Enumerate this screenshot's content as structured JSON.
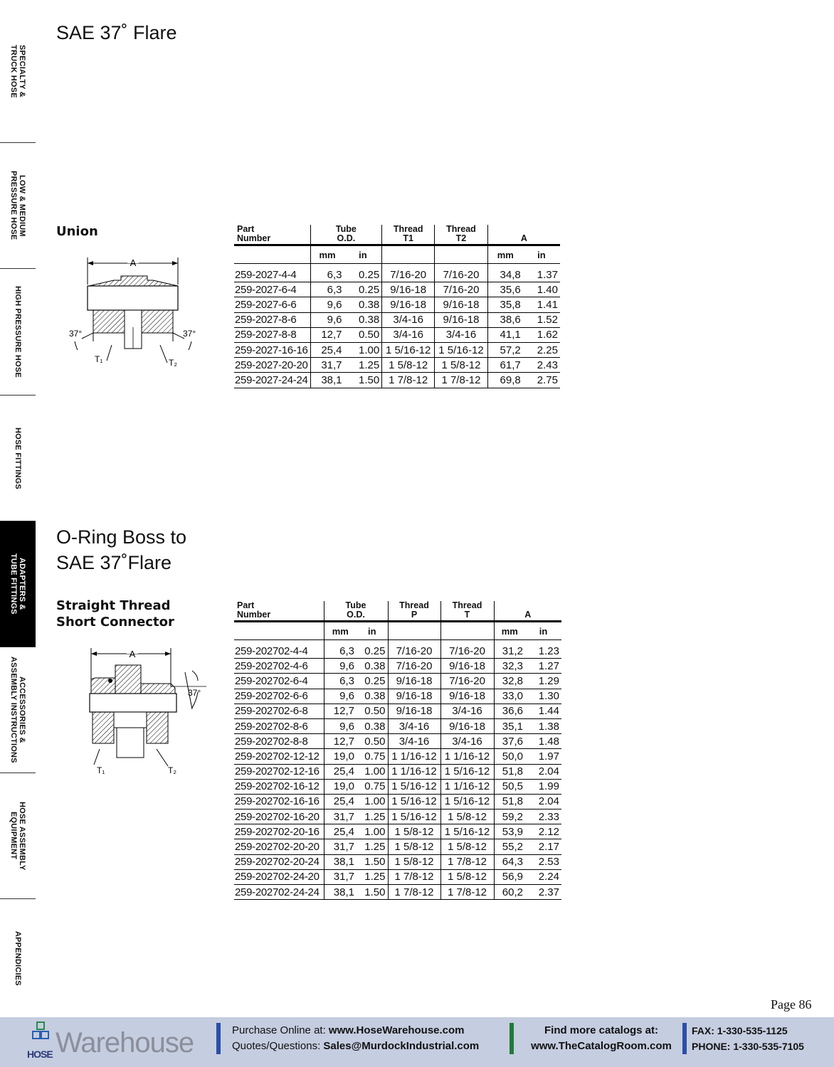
{
  "sidebar": {
    "tabs": [
      {
        "label": "SPECIALTY &\nTRUCK HOSE"
      },
      {
        "label": "LOW & MEDIUM\nPRESSURE HOSE"
      },
      {
        "label": "HIGH PRESSURE HOSE"
      },
      {
        "label": "HOSE FITTINGS"
      },
      {
        "label": "ADAPTERS &\nTUBE FITTINGS"
      },
      {
        "label": "ACCESSORIES &\nASSEMBLY INSTRUCTIONS"
      },
      {
        "label": "HOSE ASSEMBLY\nEQUIPMENT"
      },
      {
        "label": "APPENDICIES"
      }
    ]
  },
  "section1": {
    "title": "SAE 37˚ Flare",
    "subtitle": "Union",
    "diagram": {
      "dim_label": "A",
      "angle_left": "37°",
      "angle_right": "37°",
      "t1": "T₁",
      "t2": "T₂"
    },
    "headers": {
      "part": "Part\nNumber",
      "tube": "Tube\nO.D.",
      "thread1": "Thread\nT1",
      "thread2": "Thread\nT2",
      "a": "A",
      "mm": "mm",
      "in": "in",
      "mm2": "mm",
      "in2": "in"
    },
    "rows": [
      [
        "259-2027-4-4",
        "6,3",
        "0.25",
        "7/16-20",
        "7/16-20",
        "34,8",
        "1.37"
      ],
      [
        "259-2027-6-4",
        "6,3",
        "0.25",
        "9/16-18",
        "7/16-20",
        "35,6",
        "1.40"
      ],
      [
        "259-2027-6-6",
        "9,6",
        "0.38",
        "9/16-18",
        "9/16-18",
        "35,8",
        "1.41"
      ],
      [
        "259-2027-8-6",
        "9,6",
        "0.38",
        "3/4-16",
        "9/16-18",
        "38,6",
        "1.52"
      ],
      [
        "259-2027-8-8",
        "12,7",
        "0.50",
        "3/4-16",
        "3/4-16",
        "41,1",
        "1.62"
      ],
      [
        "259-2027-16-16",
        "25,4",
        "1.00",
        "1 5/16-12",
        "1 5/16-12",
        "57,2",
        "2.25"
      ],
      [
        "259-2027-20-20",
        "31,7",
        "1.25",
        "1 5/8-12",
        "1 5/8-12",
        "61,7",
        "2.43"
      ],
      [
        "259-2027-24-24",
        "38,1",
        "1.50",
        "1 7/8-12",
        "1 7/8-12",
        "69,8",
        "2.75"
      ]
    ]
  },
  "section2": {
    "title": "O-Ring Boss to\nSAE 37˚Flare",
    "subtitle": "Straight Thread\nShort Connector",
    "diagram": {
      "dim_label": "A",
      "angle": "37°",
      "t1": "T₁",
      "t2": "T₂"
    },
    "headers": {
      "part": "Part\nNumber",
      "tube": "Tube\nO.D.",
      "thread1": "Thread\nP",
      "thread2": "Thread\nT",
      "a": "A",
      "mm": "mm",
      "in": "in",
      "mm2": "mm",
      "in2": "in"
    },
    "rows": [
      [
        "259-202702-4-4",
        "6,3",
        "0.25",
        "7/16-20",
        "7/16-20",
        "31,2",
        "1.23"
      ],
      [
        "259-202702-4-6",
        "9,6",
        "0.38",
        "7/16-20",
        "9/16-18",
        "32,3",
        "1.27"
      ],
      [
        "259-202702-6-4",
        "6,3",
        "0.25",
        "9/16-18",
        "7/16-20",
        "32,8",
        "1.29"
      ],
      [
        "259-202702-6-6",
        "9,6",
        "0.38",
        "9/16-18",
        "9/16-18",
        "33,0",
        "1.30"
      ],
      [
        "259-202702-6-8",
        "12,7",
        "0.50",
        "9/16-18",
        "3/4-16",
        "36,6",
        "1.44"
      ],
      [
        "259-202702-8-6",
        "9,6",
        "0.38",
        "3/4-16",
        "9/16-18",
        "35,1",
        "1.38"
      ],
      [
        "259-202702-8-8",
        "12,7",
        "0.50",
        "3/4-16",
        "3/4-16",
        "37,6",
        "1.48"
      ],
      [
        "259-202702-12-12",
        "19,0",
        "0.75",
        "1 1/16-12",
        "1 1/16-12",
        "50,0",
        "1.97"
      ],
      [
        "259-202702-12-16",
        "25,4",
        "1.00",
        "1 1/16-12",
        "1 5/16-12",
        "51,8",
        "2.04"
      ],
      [
        "259-202702-16-12",
        "19,0",
        "0.75",
        "1 5/16-12",
        "1 1/16-12",
        "50,5",
        "1.99"
      ],
      [
        "259-202702-16-16",
        "25,4",
        "1.00",
        "1 5/16-12",
        "1 5/16-12",
        "51,8",
        "2.04"
      ],
      [
        "259-202702-16-20",
        "31,7",
        "1.25",
        "1 5/16-12",
        "1 5/8-12",
        "59,2",
        "2.33"
      ],
      [
        "259-202702-20-16",
        "25,4",
        "1.00",
        "1 5/8-12",
        "1 5/16-12",
        "53,9",
        "2.12"
      ],
      [
        "259-202702-20-20",
        "31,7",
        "1.25",
        "1 5/8-12",
        "1 5/8-12",
        "55,2",
        "2.17"
      ],
      [
        "259-202702-20-24",
        "38,1",
        "1.50",
        "1 5/8-12",
        "1 7/8-12",
        "64,3",
        "2.53"
      ],
      [
        "259-202702-24-20",
        "31,7",
        "1.25",
        "1 7/8-12",
        "1 5/8-12",
        "56,9",
        "2.24"
      ],
      [
        "259-202702-24-24",
        "38,1",
        "1.50",
        "1 7/8-12",
        "1 7/8-12",
        "60,2",
        "2.37"
      ]
    ]
  },
  "page_number": "Page 86",
  "footer": {
    "logo_small": "HOSE",
    "logo_word": "Warehouse",
    "purchase_label": "Purchase Online at: ",
    "purchase_url": "www.HoseWarehouse.com",
    "quotes_label": "Quotes/Questions: ",
    "quotes_email": "Sales@MurdockIndustrial.com",
    "catalogs_label": "Find more catalogs at:",
    "catalogs_url": "www.TheCatalogRoom.com",
    "fax": "FAX: 1-330-535-1125",
    "phone": "PHONE: 1-330-535-7105",
    "colors": {
      "band": "#c5cde0",
      "bar_blue": "#2a4fa8",
      "bar_green": "#1f7a3a"
    }
  }
}
